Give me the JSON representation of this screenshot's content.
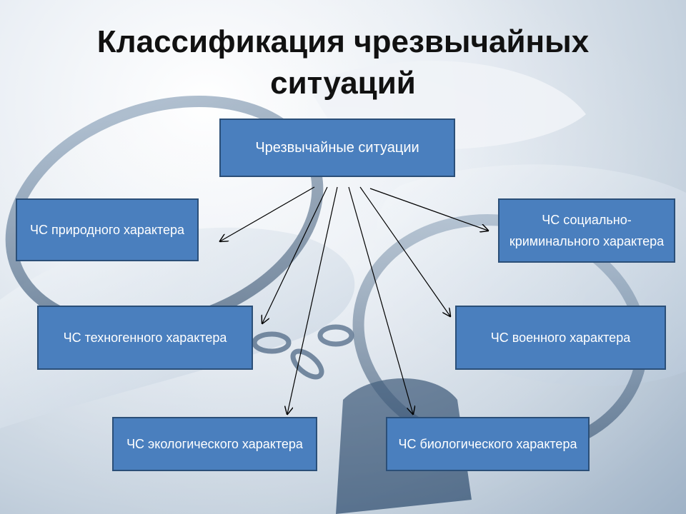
{
  "slide": {
    "title": "Классификация чрезвычайных ситуаций",
    "root": "Чрезвычайные ситуации",
    "children": [
      {
        "id": "natural",
        "label": "ЧС природного характера"
      },
      {
        "id": "social",
        "label": "ЧС социально-криминального характера"
      },
      {
        "id": "technogenic",
        "label": "ЧС техногенного характера"
      },
      {
        "id": "military",
        "label": "ЧС военного характера"
      },
      {
        "id": "ecological",
        "label": "ЧС экологического характера"
      },
      {
        "id": "biological",
        "label": "ЧС биологического характера"
      }
    ]
  },
  "colors": {
    "box_fill": "#4a7fbe",
    "box_border": "#2b4f78",
    "box_text": "#ffffff",
    "arrow": "#000000",
    "title": "#111111"
  }
}
